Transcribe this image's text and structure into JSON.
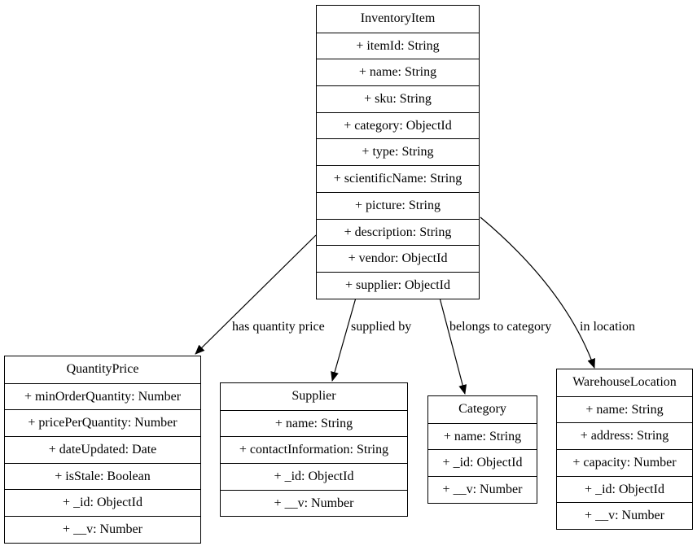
{
  "classes": {
    "inventory_item": {
      "name": "InventoryItem",
      "attributes": [
        "+ itemId: String",
        "+ name: String",
        "+ sku: String",
        "+ category: ObjectId",
        "+ type: String",
        "+ scientificName: String",
        "+ picture: String",
        "+ description: String",
        "+ vendor: ObjectId",
        "+ supplier: ObjectId"
      ]
    },
    "quantity_price": {
      "name": "QuantityPrice",
      "attributes": [
        "+ minOrderQuantity: Number",
        "+ pricePerQuantity: Number",
        "+ dateUpdated: Date",
        "+ isStale: Boolean",
        "+ _id: ObjectId",
        "+ __v: Number"
      ]
    },
    "supplier": {
      "name": "Supplier",
      "attributes": [
        "+ name: String",
        "+ contactInformation: String",
        "+ _id: ObjectId",
        "+ __v: Number"
      ]
    },
    "category": {
      "name": "Category",
      "attributes": [
        "+ name: String",
        "+ _id: ObjectId",
        "+ __v: Number"
      ]
    },
    "warehouse_location": {
      "name": "WarehouseLocation",
      "attributes": [
        "+ name: String",
        "+ address: String",
        "+ capacity: Number",
        "+ _id: ObjectId",
        "+ __v: Number"
      ]
    }
  },
  "edges": {
    "has_quantity_price": "has quantity price",
    "supplied_by": "supplied by",
    "belongs_to_category": "belongs to category",
    "in_location": "in location"
  }
}
